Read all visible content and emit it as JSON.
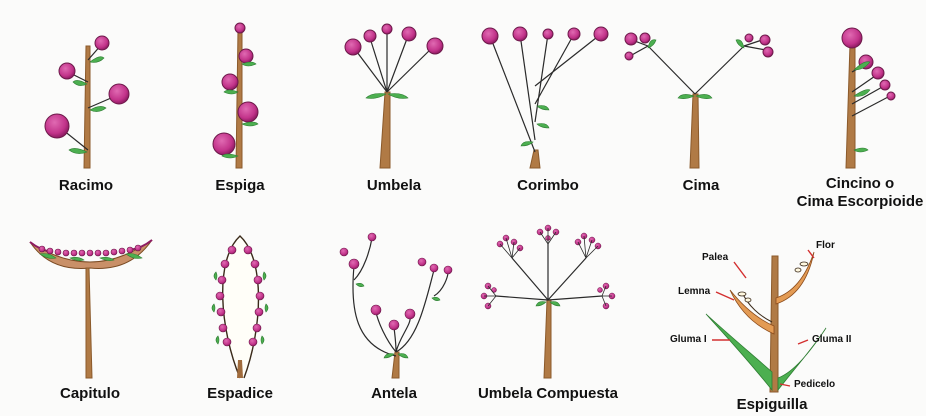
{
  "colors": {
    "flower": "#c2338a",
    "flower_dark": "#8e1b62",
    "stem": "#a06b3c",
    "leaf": "#4caf50",
    "pointer_line": "#d32f2f"
  },
  "labels": {
    "racimo": "Racimo",
    "espiga": "Espiga",
    "umbela": "Umbela",
    "corimbo": "Corimbo",
    "cima": "Cima",
    "cincino_line1": "Cincino o",
    "cincino_line2": "Cima Escorpioide",
    "capitulo": "Capitulo",
    "espadice": "Espadice",
    "antela": "Antela",
    "umbela_compuesta": "Umbela Compuesta",
    "espiguilla": "Espiguilla"
  },
  "espiguilla_parts": {
    "palea": "Palea",
    "flor": "Flor",
    "lemna": "Lemna",
    "gluma1": "Gluma I",
    "gluma2": "Gluma II",
    "pedicelo": "Pedicelo"
  }
}
